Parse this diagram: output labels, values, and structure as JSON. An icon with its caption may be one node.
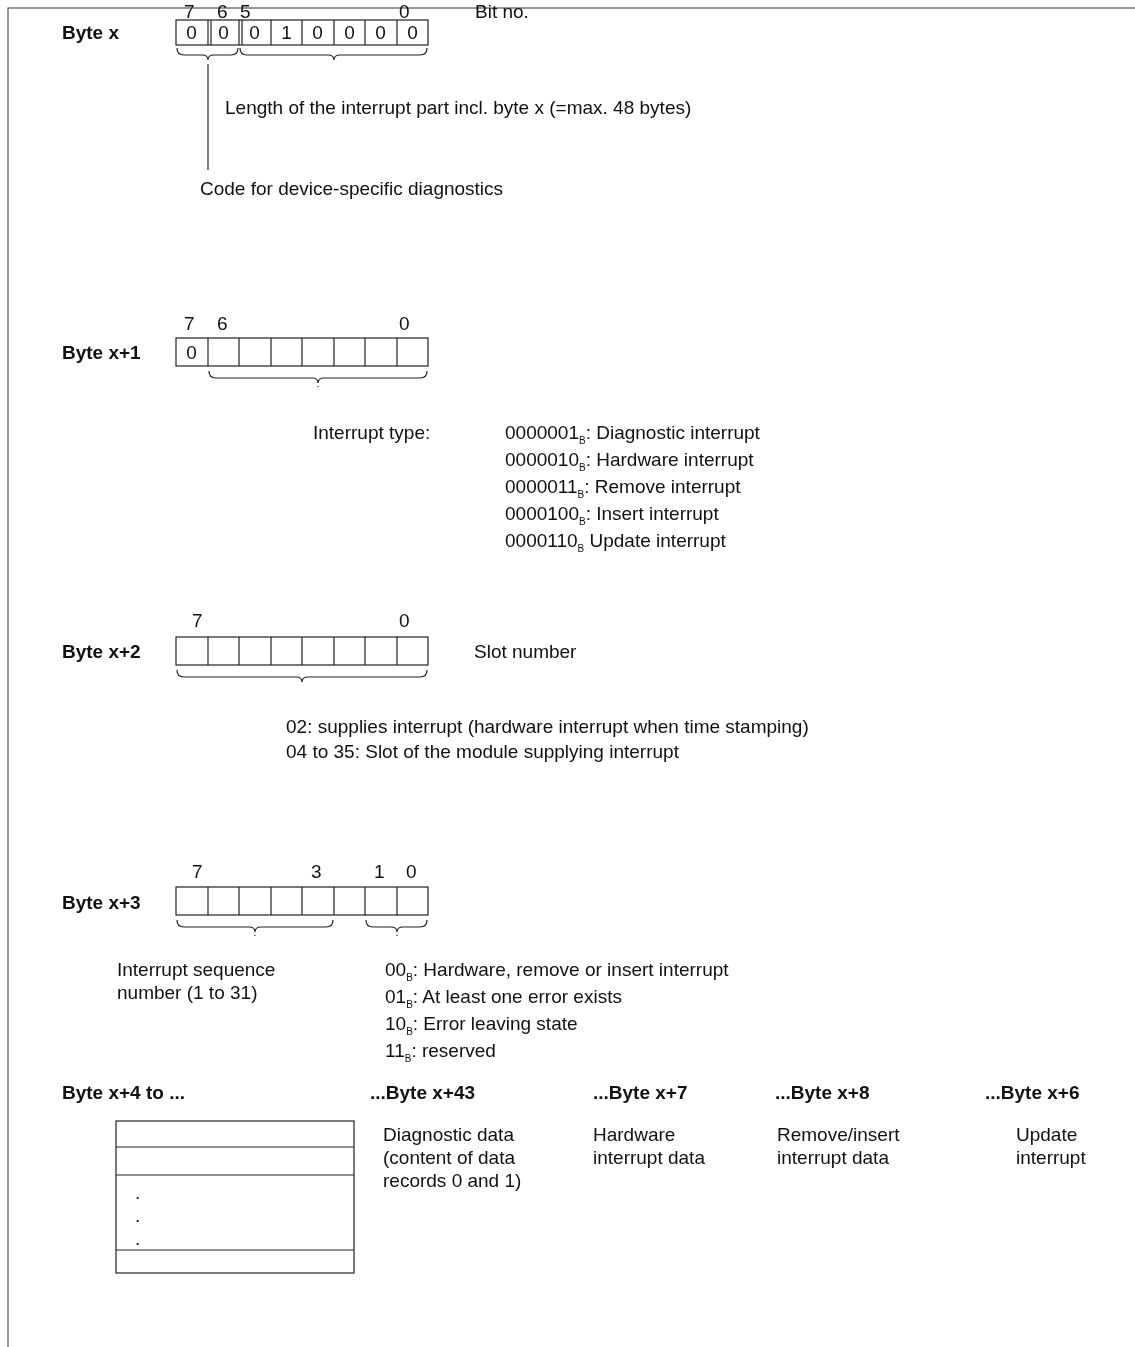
{
  "diagram": {
    "labels": [
      "Byte x",
      "7",
      "6",
      "5",
      "0",
      "Bit no.",
      "0",
      "0",
      "0",
      "1",
      "0",
      "0",
      "0",
      "0",
      "Length of the interrupt part incl. byte x (=max. 48 bytes)",
      "Code for device-specific diagnostics",
      "Byte x+1",
      "7",
      "6",
      "0",
      "0",
      "Interrupt type:",
      "0000001$_{B}$: Diagnostic interrupt",
      "0000010$_{B}$: Hardware interrupt",
      "0000011$_{B}$: Remove interrupt",
      "0000100$_{B}$: Insert interrupt",
      "0000110$_{B}$  Update interrupt",
      "Byte x+2",
      "7",
      "0",
      "Slot number",
      "02: supplies interrupt (hardware interrupt when time stamping)",
      "04 to 35: Slot of the module supplying interrupt",
      "Byte x+3",
      "7",
      "3",
      "1",
      "0",
      "Interrupt sequence number (1 to 31)",
      "00$_{B}$: Hardware, remove or insert interrupt",
      "01$_{B}$: At least one error exists",
      "10$_{B}$: Error leaving state",
      "11$_{B}$: reserved",
      "Byte x+4 to ...",
      "...Byte x+43",
      "...Byte x+7",
      "...Byte x+8",
      "...Byte x+6",
      ".",
      ".",
      ".",
      "Diagnostic data (content of data records 0 and 1)",
      "Hardware interrupt data",
      "Remove/insert interrupt data",
      "Update interrupt"
    ]
  }
}
